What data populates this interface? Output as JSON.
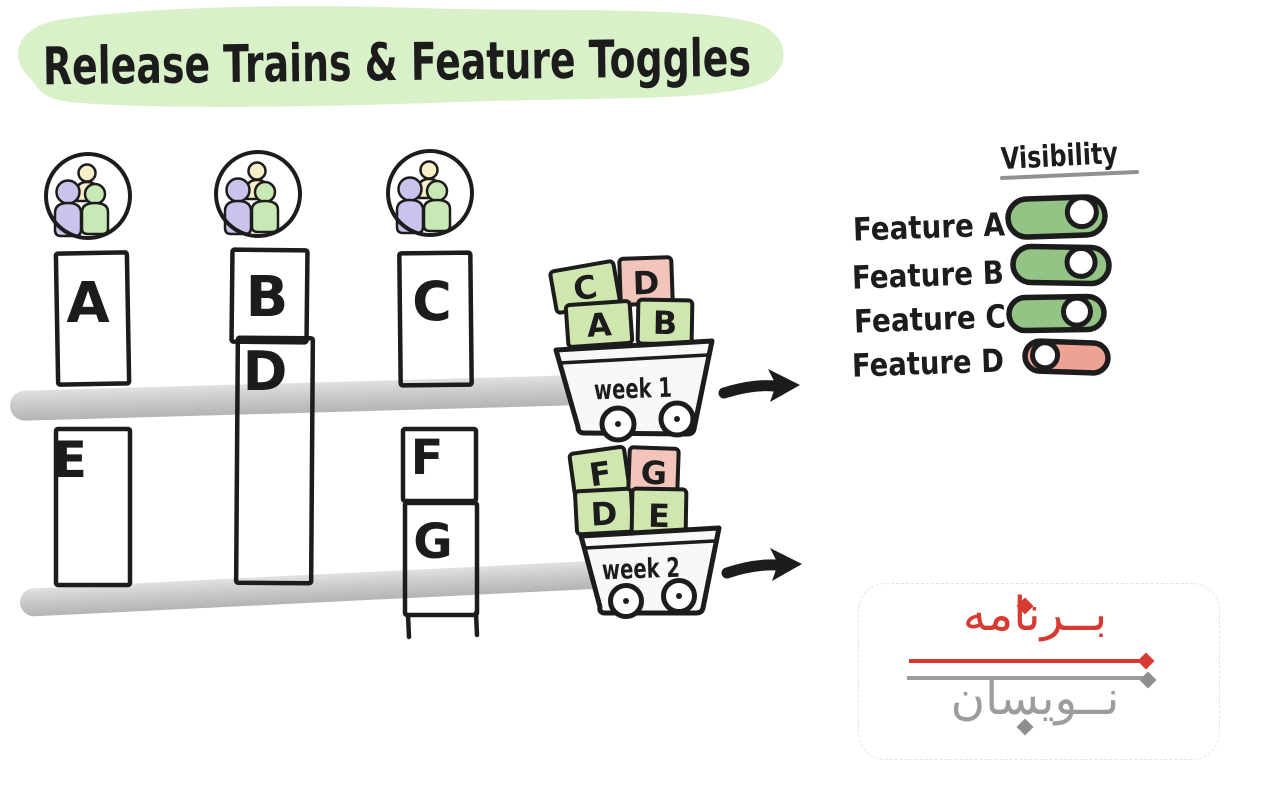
{
  "title": "Release Trains & Feature Toggles",
  "teams": {
    "icon": "people-group-icon",
    "count": 3
  },
  "columns": {
    "a": "A",
    "b": "B",
    "c": "C",
    "d": "D",
    "e": "E",
    "f": "F",
    "g": "G"
  },
  "carts": {
    "week1": {
      "label": "week 1",
      "blocks": [
        {
          "letter": "C",
          "color": "#cfe6af"
        },
        {
          "letter": "D",
          "color": "#f2c4ba"
        },
        {
          "letter": "A",
          "color": "#cfe6af"
        },
        {
          "letter": "B",
          "color": "#cfe6af"
        }
      ]
    },
    "week2": {
      "label": "week 2",
      "blocks": [
        {
          "letter": "F",
          "color": "#cfe6af"
        },
        {
          "letter": "G",
          "color": "#f2c4ba"
        },
        {
          "letter": "D",
          "color": "#cfe6af"
        },
        {
          "letter": "E",
          "color": "#cfe6af"
        }
      ]
    }
  },
  "visibility": {
    "header": "Visibility",
    "rows": [
      {
        "label": "Feature A",
        "state": "on",
        "color": "#94c386"
      },
      {
        "label": "Feature B",
        "state": "on",
        "color": "#94c386"
      },
      {
        "label": "Feature C",
        "state": "on",
        "color": "#94c386"
      },
      {
        "label": "Feature D",
        "state": "off",
        "color": "#eda294"
      }
    ]
  },
  "watermark": {
    "line1": "بــرنامه",
    "line2": "نــویسان",
    "color_primary": "#d63a31",
    "color_secondary": "#9c9c9c"
  },
  "colors": {
    "ink": "#1c1c1c",
    "title_highlight": "#d9f1c9",
    "rail": "#c7c9cb",
    "block_green": "#cfe6af",
    "block_pink": "#f2c4ba",
    "toggle_on": "#94c386",
    "toggle_off": "#eda294",
    "person_purple": "#cbc3ec",
    "person_yellow": "#f5eec6",
    "person_green": "#c8e9b6"
  }
}
